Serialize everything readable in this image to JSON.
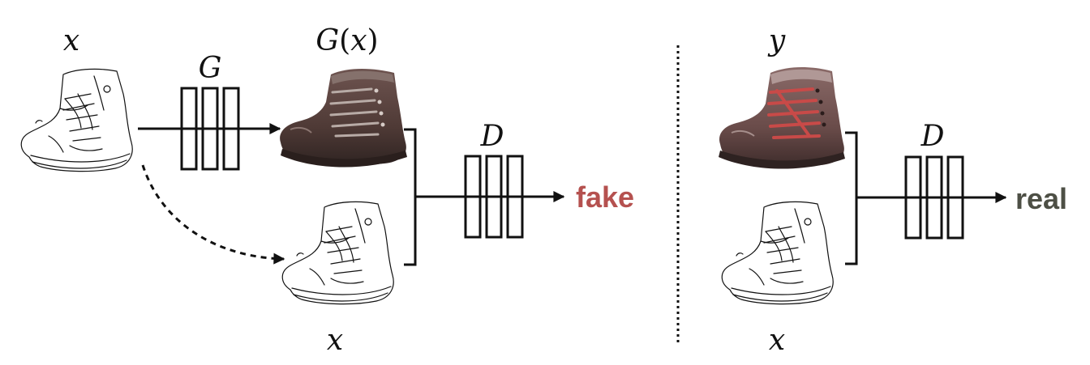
{
  "left_panel": {
    "input_label": "x",
    "generator_label": "G",
    "generated_label_parts": [
      "G",
      "(",
      "x",
      ")"
    ],
    "condition_label": "x",
    "discriminator_label": "D",
    "verdict": "fake",
    "verdict_color": "#b5514f"
  },
  "right_panel": {
    "target_label": "y",
    "condition_label": "x",
    "discriminator_label": "D",
    "verdict": "real",
    "verdict_color": "#4d4f45"
  },
  "icons": {
    "sketch": "shoe-sketch-icon",
    "generated_photo": "generated-shoe-photo",
    "real_photo": "real-shoe-photo",
    "network_block": "network-layers-icon"
  }
}
